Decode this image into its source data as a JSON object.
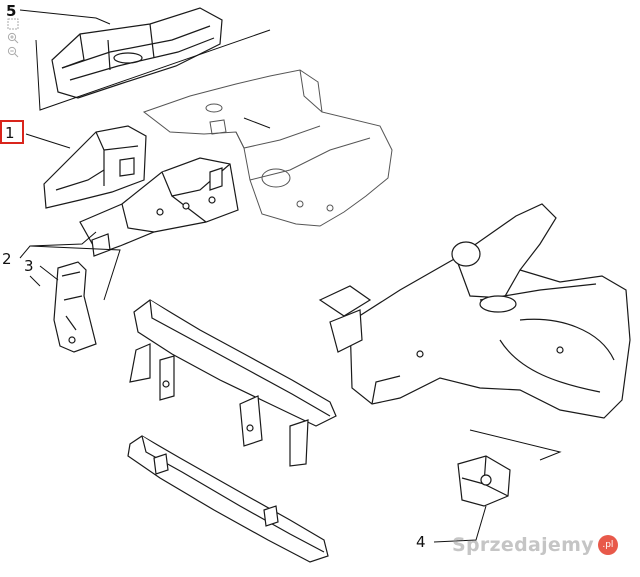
{
  "diagram": {
    "callouts": [
      {
        "id": "5",
        "label": "5"
      },
      {
        "id": "1",
        "label": "1"
      },
      {
        "id": "2",
        "label": "2"
      },
      {
        "id": "3",
        "label": "3"
      },
      {
        "id": "4",
        "label": "4"
      }
    ],
    "highlight_color": "#d9251c",
    "line_color": "#111111"
  },
  "viewer": {
    "zoom_in_icon": "zoom-in-icon",
    "zoom_out_icon": "zoom-out-icon",
    "select_icon": "select-box-icon"
  },
  "watermark": {
    "text": "Sprzedajemy",
    "badge": ".pl"
  }
}
